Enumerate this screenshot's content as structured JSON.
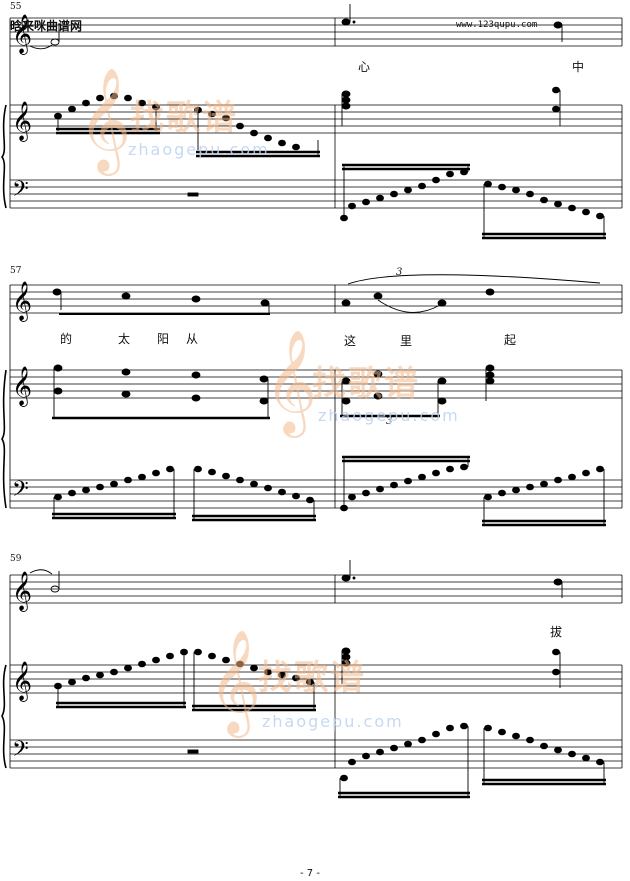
{
  "header": {
    "site_name": "晗来咪曲谱网",
    "site_url": "www.123qupu.com"
  },
  "watermark": {
    "brand_cn": "找歌谱",
    "brand_en": "zhaogepu.com"
  },
  "systems": [
    {
      "measure_number": "55",
      "lyrics": [
        "心",
        "中"
      ]
    },
    {
      "measure_number": "57",
      "lyrics": [
        "的",
        "太",
        "阳",
        "从",
        "这",
        "里",
        "起"
      ],
      "tuplet": "3"
    },
    {
      "measure_number": "59",
      "lyrics": [
        "拔"
      ]
    }
  ],
  "footer": {
    "page_number": "- 7 -"
  }
}
